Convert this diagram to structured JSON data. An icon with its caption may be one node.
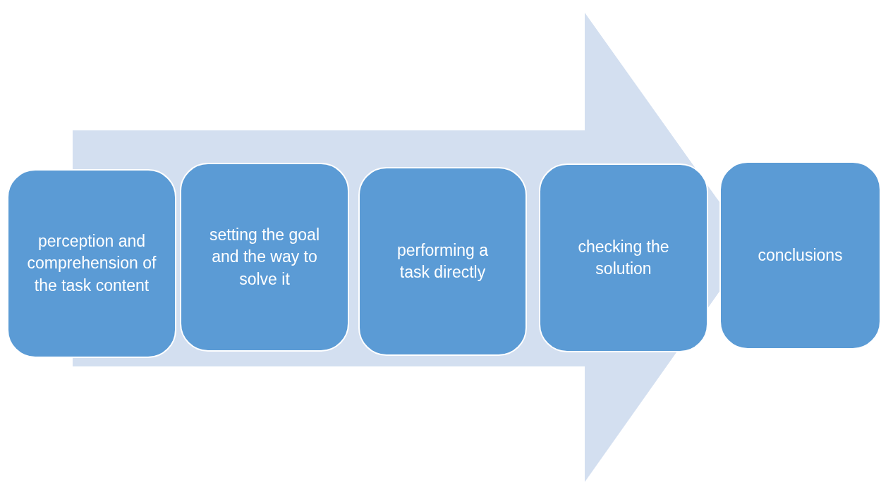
{
  "diagram": {
    "nodes": [
      {
        "text": [
          "perception and comprehension of the task content"
        ]
      },
      {
        "text": [
          "setting the goal and the way to solve it"
        ]
      },
      {
        "text": [
          "performing a task directly"
        ]
      },
      {
        "text": [
          "checking the solution"
        ]
      },
      {
        "text": [
          "conclusions"
        ]
      }
    ],
    "edges": [
      {
        "from": 0,
        "to": 4,
        "arrow": "to"
      }
    ]
  }
}
